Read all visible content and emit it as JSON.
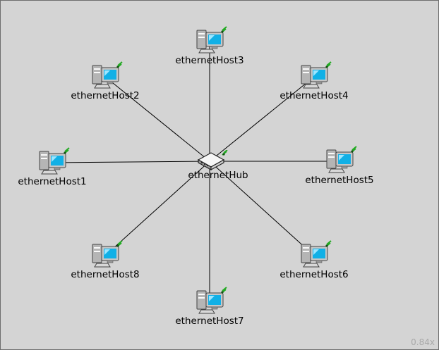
{
  "network": {
    "hub": {
      "label": "ethernetHub",
      "icon": "hub-icon"
    },
    "hosts": [
      {
        "label": "ethernetHost1",
        "icon": "computer-icon"
      },
      {
        "label": "ethernetHost2",
        "icon": "computer-icon"
      },
      {
        "label": "ethernetHost3",
        "icon": "computer-icon"
      },
      {
        "label": "ethernetHost4",
        "icon": "computer-icon"
      },
      {
        "label": "ethernetHost5",
        "icon": "computer-icon"
      },
      {
        "label": "ethernetHost6",
        "icon": "computer-icon"
      },
      {
        "label": "ethernetHost7",
        "icon": "computer-icon"
      },
      {
        "label": "ethernetHost8",
        "icon": "computer-icon"
      }
    ],
    "links": [
      [
        "ethernetHub",
        "ethernetHost1"
      ],
      [
        "ethernetHub",
        "ethernetHost2"
      ],
      [
        "ethernetHub",
        "ethernetHost3"
      ],
      [
        "ethernetHub",
        "ethernetHost4"
      ],
      [
        "ethernetHub",
        "ethernetHost5"
      ],
      [
        "ethernetHub",
        "ethernetHost6"
      ],
      [
        "ethernetHub",
        "ethernetHost7"
      ],
      [
        "ethernetHub",
        "ethernetHost8"
      ]
    ]
  },
  "zoom": {
    "label": "0.84x"
  },
  "colors": {
    "canvas": "#d4d4d4",
    "wire": "#000000",
    "screen": "#11b0e6",
    "status_led": "#22aa22"
  }
}
